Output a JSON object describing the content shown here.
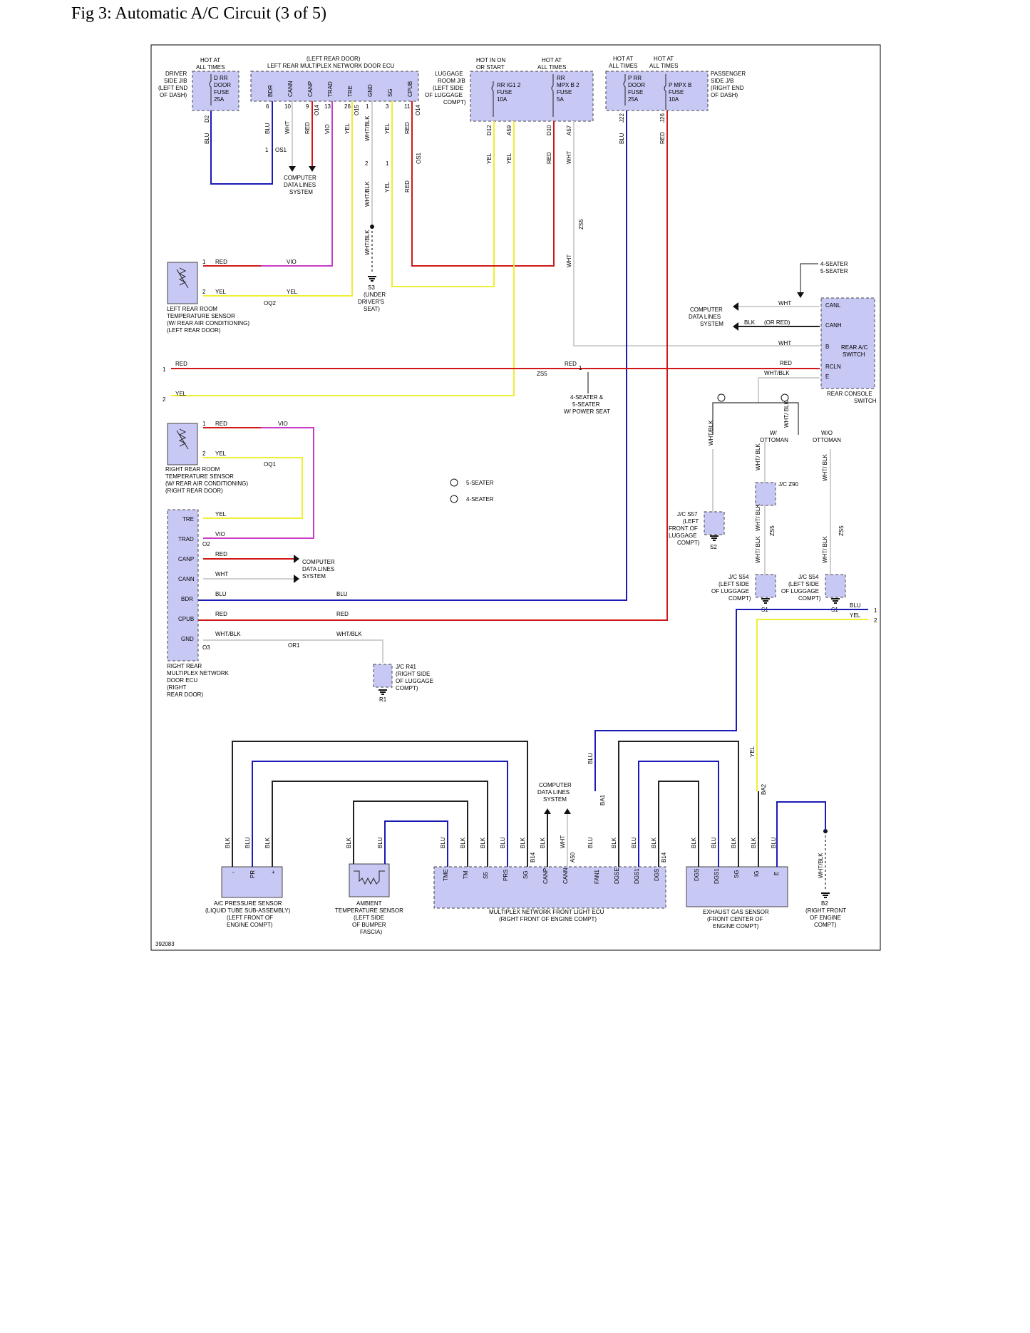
{
  "title": "Fig 3: Automatic A/C Circuit (3 of 5)",
  "figure_id": "392083",
  "colors": {
    "red": "#d01818",
    "yellow": "#f0ee30",
    "blue": "#1a1ab4",
    "violet": "#c83cc8",
    "white": "#cfcfcf",
    "black": "#222222",
    "component": "#c8c8f5"
  },
  "labels": {
    "hot_all_1": "HOT AT",
    "hot_all_2": "ALL TIMES",
    "hot_start_1": "HOT IN ON",
    "hot_start_2": "OR START",
    "driver_jb": [
      "DRIVER",
      "SIDE J/B",
      "(LEFT END",
      "OF DASH)"
    ],
    "drr_fuse": [
      "D RR",
      "DOOR",
      "FUSE",
      "25A"
    ],
    "lr_door_ecu": [
      "(LEFT REAR DOOR)",
      "LEFT REAR MULTIPLEX NETWORK DOOR ECU"
    ],
    "ecu_pins": [
      "BDR",
      "CANN",
      "CANP",
      "TRAD",
      "TRE",
      "GND",
      "SG",
      "CPUB"
    ],
    "ecu_pin_nums": [
      "6",
      "10",
      "9",
      "13",
      "26",
      "1",
      "3",
      "11"
    ],
    "luggage_jb": [
      "LUGGAGE",
      "ROOM J/B",
      "(LEFT SIDE",
      "OF LUGGAGE",
      "COMPT)"
    ],
    "rr_ig1_fuse": [
      "RR IG1 2",
      "FUSE",
      "10A"
    ],
    "rr_mpx_fuse": [
      "RR",
      "MPX B 2",
      "FUSE",
      "5A"
    ],
    "prr_fuse": [
      "P RR",
      "DOOR",
      "FUSE",
      "25A"
    ],
    "pmpx_fuse": [
      "P MPX B",
      "FUSE",
      "10A"
    ],
    "pass_jb": [
      "PASSENGER",
      "SIDE J/B",
      "(RIGHT END",
      "OF DASH)"
    ],
    "cdls": [
      "COMPUTER",
      "DATA LINES",
      "SYSTEM"
    ],
    "s3": [
      "S3",
      "(UNDER",
      "DRIVER'S",
      "SEAT)"
    ],
    "lr_sensor": [
      "LEFT REAR ROOM",
      "TEMPERATURE SENSOR",
      "(W/ REAR AIR CONDITIONING)",
      "(LEFT REAR DOOR)"
    ],
    "rr_sensor": [
      "RIGHT REAR ROOM",
      "TEMPERATURE SENSOR",
      "(W/ REAR AIR CONDITIONING)",
      "(RIGHT REAR DOOR)"
    ],
    "rr_door_ecu": [
      "RIGHT REAR",
      "MULTIPLEX NETWORK",
      "DOOR ECU",
      "(RIGHT",
      "REAR DOOR)"
    ],
    "rr_ecu_pins": [
      "TRE",
      "TRAD",
      "CANP",
      "CANN",
      "BDR",
      "CPUB",
      "GND"
    ],
    "seater_4": "4-SEATER",
    "seater_5": "5-SEATER",
    "seater_45": [
      "4-SEATER &",
      "5-SEATER",
      "W/ POWER SEAT"
    ],
    "legend_1": "5-SEATER",
    "legend_2": "4-SEATER",
    "rear_ac_pins": [
      "CANL",
      "CANH",
      "B",
      "RCLN",
      "E"
    ],
    "rear_ac_switch": [
      "REAR A/C",
      "SWITCH"
    ],
    "rear_console": [
      "REAR CONSOLE",
      "SWITCH"
    ],
    "or_red": "(OR RED)",
    "w_ottoman": [
      "W/",
      "OTTOMAN"
    ],
    "wo_ottoman": [
      "W/O",
      "OTTOMAN"
    ],
    "jc_z90": "J/C Z90",
    "jc_s57": [
      "J/C S57",
      "(LEFT",
      "FRONT OF",
      "LUGGAGE",
      "COMPT)"
    ],
    "jc_s54": [
      "J/C S54",
      "(LEFT SIDE",
      "OF LUGGAGE",
      "COMPT)"
    ],
    "jc_r41": [
      "J/C R41",
      "(RIGHT SIDE",
      "OF LUGGAGE",
      "COMPT)"
    ],
    "ground_s1": "S1",
    "ground_s2": "S2",
    "ground_r1": "R1",
    "ground_b2": "B2",
    "b2_loc": [
      "(RIGHT FRONT",
      "OF ENGINE",
      "COMPT)"
    ],
    "ac_pressure": [
      "A/C PRESSURE SENSOR",
      "(LIQUID TUBE SUB-ASSEMBLY)",
      "(LEFT FRONT OF",
      "ENGINE COMPT)"
    ],
    "ambient": [
      "AMBIENT",
      "TEMPERATURE SENSOR",
      "(LEFT SIDE",
      "OF BUMPER",
      "FASCIA)"
    ],
    "front_ecu": [
      "MULTIPLEX NETWORK FRONT LIGHT ECU",
      "(RIGHT FRONT OF ENGINE COMPT)"
    ],
    "front_ecu_pins": [
      "TME",
      "TM",
      "S5",
      "PRS",
      "SG",
      "CANP",
      "CANN",
      "FAN1",
      "DGSE",
      "DGS1",
      "DGS"
    ],
    "exhaust": [
      "EXHAUST GAS SENSOR",
      "(FRONT CENTER OF",
      "ENGINE COMPT)"
    ],
    "exhaust_pins": [
      "DGS",
      "DGS1",
      "SG",
      "IG",
      "E"
    ],
    "pressure_pins": [
      "-",
      "PR",
      "+"
    ],
    "wire_red": "RED",
    "wire_yel": "YEL",
    "wire_blu": "BLU",
    "wire_vio": "VIO",
    "wire_wht": "WHT",
    "wire_blk": "BLK",
    "wire_whtblk": "WHT/BLK",
    "wire_whtblk2": "WHT/ BLK",
    "conn_os1": "OS1",
    "conn_oq2": "OQ2",
    "conn_oq1": "OQ1",
    "conn_o2": "O2",
    "conn_o3": "O3",
    "conn_or1": "OR1",
    "conn_zs5": "ZS5",
    "conn_o14": "O14",
    "conn_o15": "O15",
    "conn_d12": "D12",
    "conn_a59": "A59",
    "conn_d10": "D10",
    "conn_a57": "A57",
    "conn_d2": "D2",
    "conn_j22": "J22",
    "conn_j26": "J26",
    "conn_b14": "B14",
    "conn_a50": "A50",
    "conn_ba1": "BA1",
    "conn_ba2": "BA2",
    "num_1": "1",
    "num_2": "2"
  }
}
